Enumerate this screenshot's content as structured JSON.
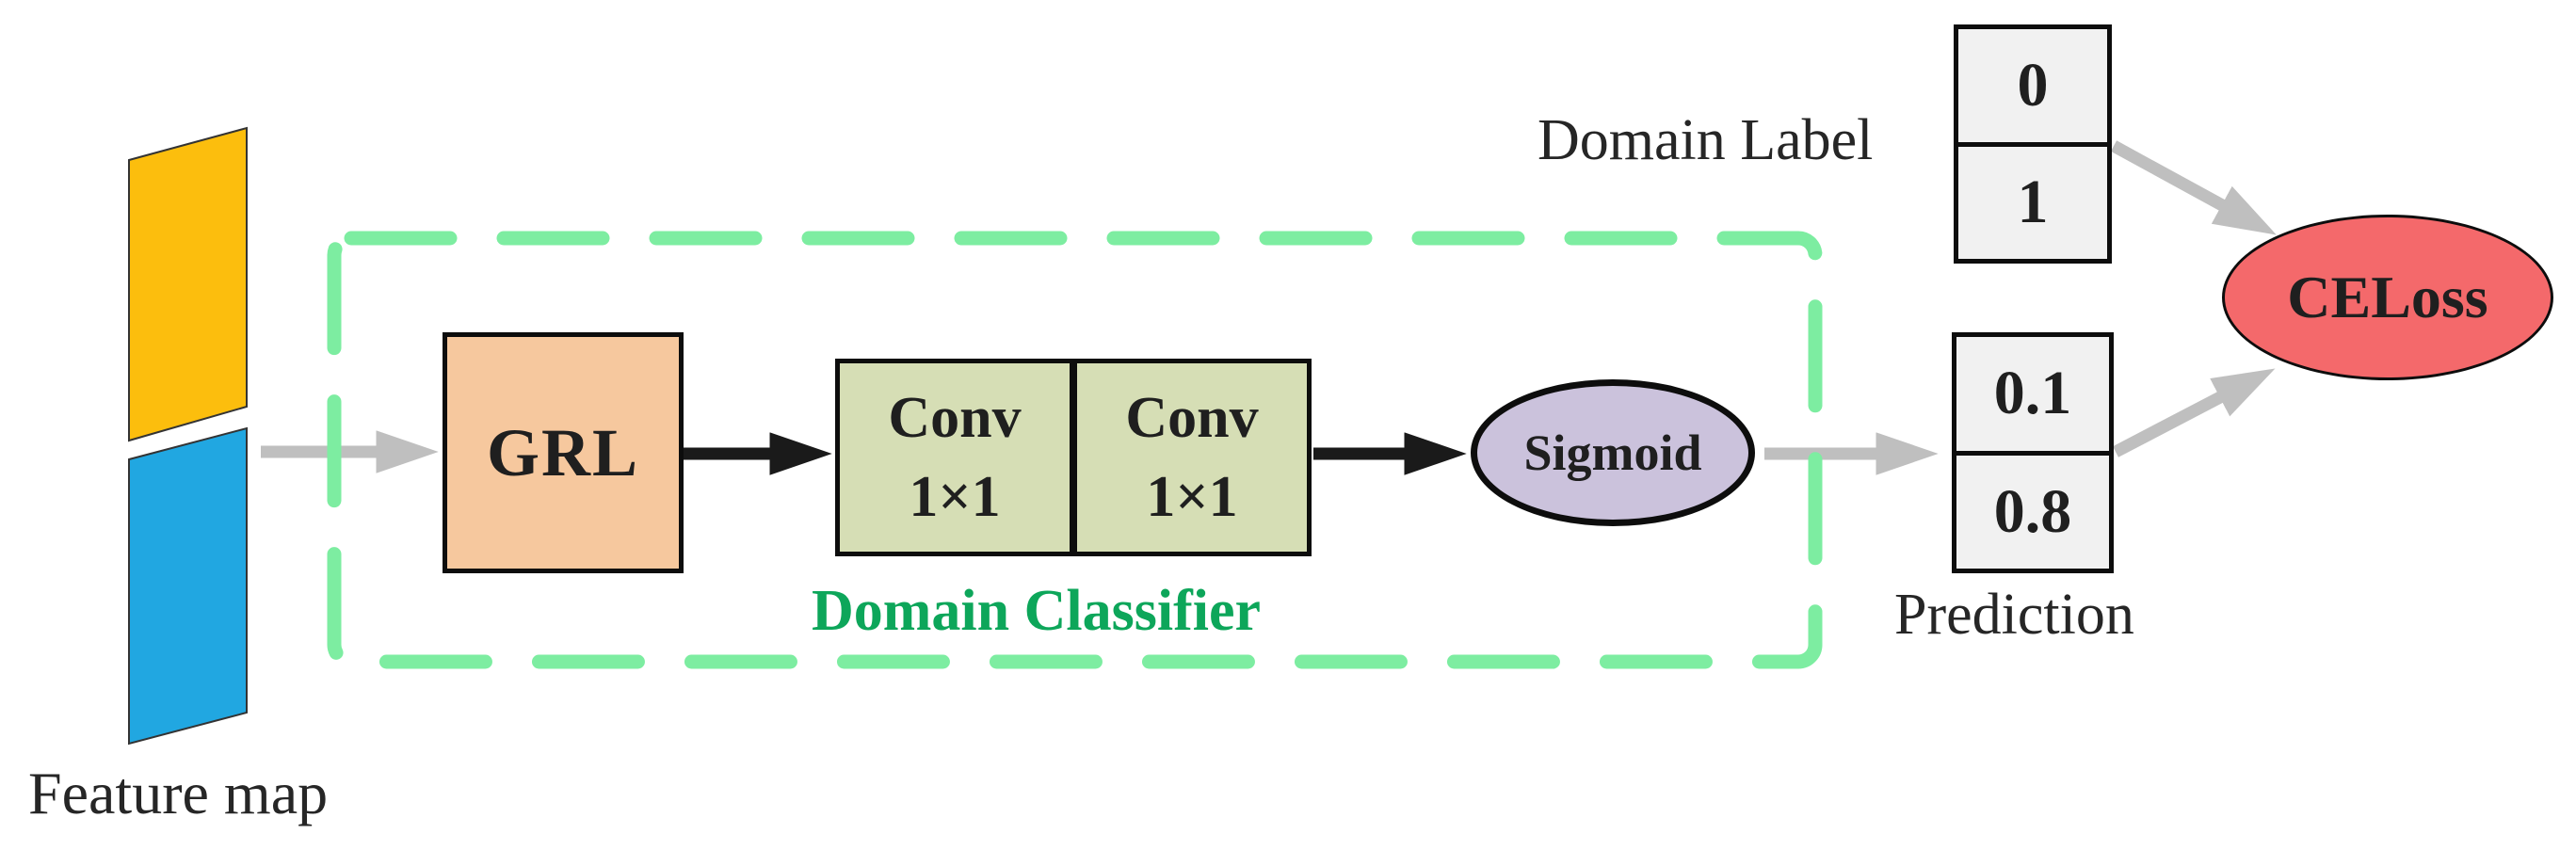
{
  "diagram": {
    "title_context": "Domain classifier branch diagram",
    "feature_map": {
      "label": "Feature map",
      "top_parallelogram_color": "#FCBE0D",
      "bottom_parallelogram_color": "#21A7E1"
    },
    "domain_classifier": {
      "label": "Domain Classifier",
      "dash_border_color": "#7DEDA1",
      "label_color": "#0DA65A"
    },
    "grl": {
      "label": "GRL",
      "fill": "#F6C89E"
    },
    "conv_layers": [
      {
        "line1": "Conv",
        "line2": "1×1"
      },
      {
        "line1": "Conv",
        "line2": "1×1"
      }
    ],
    "conv_fill": "#D6DEB5",
    "sigmoid": {
      "label": "Sigmoid",
      "fill": "#CBC2DC"
    },
    "domain_label": {
      "title": "Domain Label",
      "values": [
        "0",
        "1"
      ],
      "cell_fill": "#F1F1F1"
    },
    "prediction": {
      "title": "Prediction",
      "values": [
        "0.1",
        "0.8"
      ],
      "cell_fill": "#F1F1F1"
    },
    "celoss": {
      "label": "CELoss",
      "fill": "#F4696B"
    },
    "arrow_colors": {
      "gray": "#BFBFBF",
      "black": "#1A1A1A"
    }
  }
}
